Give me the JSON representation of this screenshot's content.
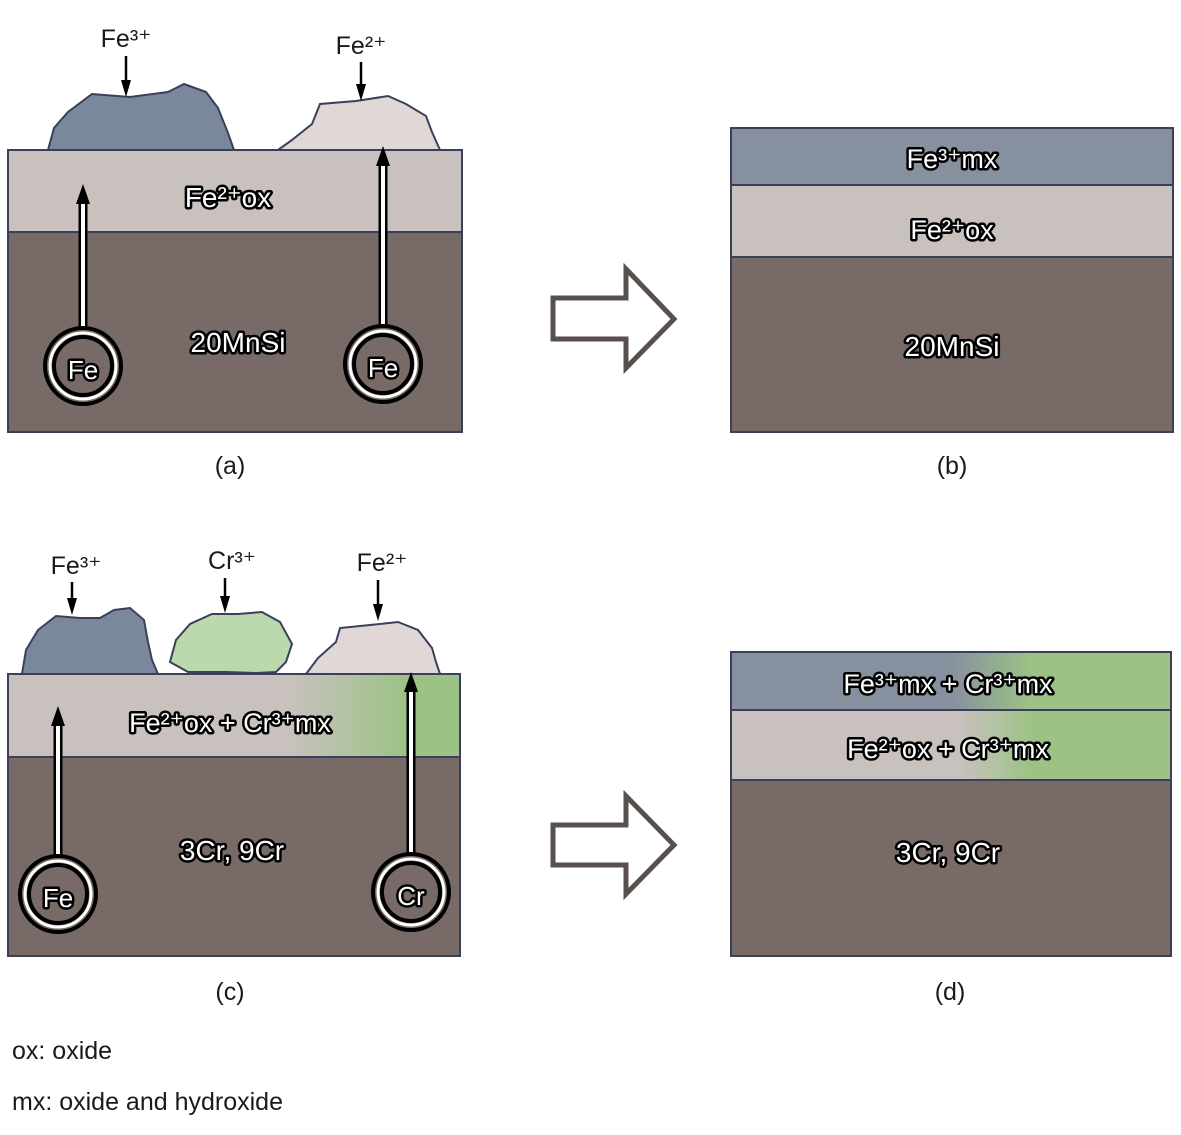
{
  "colors": {
    "steel": "#786a67",
    "fe2_oxide": "#c9c1be",
    "fe3_oxide": "#87909f",
    "cr_green": "#9cc286",
    "cr_lump": "#bcd8ad",
    "fe2_lump": "#e0d7d6",
    "fe3_lump": "#7a889c",
    "outline": "#3b3f5a"
  },
  "panels": {
    "a": {
      "caption": "(a)",
      "substrate": "20MnSi",
      "layer": "Fe²⁺ox",
      "lump_left": "Fe³⁺",
      "lump_right": "Fe²⁺",
      "source_left": "Fe",
      "source_right": "Fe"
    },
    "b": {
      "caption": "(b)",
      "substrate": "20MnSi",
      "layer_top": "Fe³⁺mx",
      "layer_mid": "Fe²⁺ox"
    },
    "c": {
      "caption": "(c)",
      "substrate": "3Cr, 9Cr",
      "layer": "Fe²⁺ox + Cr³⁺mx",
      "lump_left": "Fe³⁺",
      "lump_middle": "Cr³⁺",
      "lump_right": "Fe²⁺",
      "source_left": "Fe",
      "source_right": "Cr"
    },
    "d": {
      "caption": "(d)",
      "substrate": "3Cr, 9Cr",
      "layer_top": "Fe³⁺mx + Cr³⁺mx",
      "layer_mid": "Fe²⁺ox + Cr³⁺mx"
    }
  },
  "legend": {
    "ox": "ox: oxide",
    "mx": "mx: oxide and hydroxide"
  }
}
